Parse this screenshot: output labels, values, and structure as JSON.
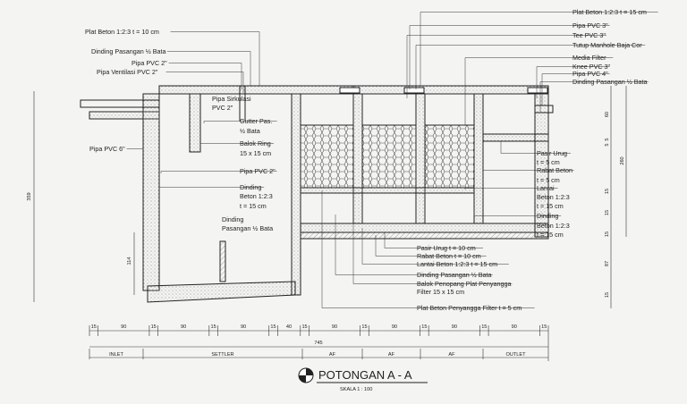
{
  "callouts_left": [
    {
      "id": "plat-beton-top-left",
      "text": "Plat Beton 1:2:3 t = 10 cm"
    },
    {
      "id": "dinding-pasangan-top",
      "text": "Dinding Pasangan ½ Bata"
    },
    {
      "id": "pipa-pvc-2-top",
      "text": "Pipa PVC 2\""
    },
    {
      "id": "pipa-ventilasi",
      "text": "Pipa Ventilasi PVC 2\""
    },
    {
      "id": "pipa-pvc-6",
      "text": "Pipa PVC 6\""
    }
  ],
  "callouts_mid": [
    {
      "id": "pipa-sirkulasi-1",
      "text": "Pipa Sirkulasi"
    },
    {
      "id": "pipa-sirkulasi-2",
      "text": "PVC 2\""
    },
    {
      "id": "gutter-1",
      "text": "Gutter Pas."
    },
    {
      "id": "gutter-2",
      "text": "½ Bata"
    },
    {
      "id": "balok-ring-1",
      "text": "Balok Ring"
    },
    {
      "id": "balok-ring-2",
      "text": "15 x 15 cm"
    },
    {
      "id": "pipa-pvc-2-mid",
      "text": "Pipa PVC 2\""
    },
    {
      "id": "dinding-beton-1",
      "text": "Dinding"
    },
    {
      "id": "dinding-beton-2",
      "text": "Beton 1:2:3"
    },
    {
      "id": "dinding-beton-3",
      "text": "t = 15 cm"
    },
    {
      "id": "dinding-bata-1",
      "text": "Dinding"
    },
    {
      "id": "dinding-bata-2",
      "text": "Pasangan ½ Bata"
    }
  ],
  "callouts_right": [
    {
      "id": "plat-beton-15",
      "text": "Plat Beton 1:2:3 t = 15 cm"
    },
    {
      "id": "pipa-pvc-3",
      "text": "Pipa PVC 3\""
    },
    {
      "id": "tee-pvc-3",
      "text": "Tee PVC 3\""
    },
    {
      "id": "tutup-manhole",
      "text": "Tutup Manhole Baja Cor"
    },
    {
      "id": "media-filter",
      "text": "Media Filter"
    },
    {
      "id": "knee-pvc-3",
      "text": "Knee PVC 3\""
    },
    {
      "id": "pipa-pvc-4",
      "text": "Pipa PVC 4\""
    },
    {
      "id": "dinding-pasangan-right",
      "text": "Dinding Pasangan ½ Bata"
    },
    {
      "id": "pasir-urug-r1",
      "text": "Pasir Urug"
    },
    {
      "id": "pasir-urug-r2",
      "text": "t = 5 cm"
    },
    {
      "id": "rabat-beton-r1",
      "text": "Rabat Beton"
    },
    {
      "id": "rabat-beton-r2",
      "text": "t = 5 cm"
    },
    {
      "id": "lantai-r1",
      "text": "Lantai"
    },
    {
      "id": "lantai-r2",
      "text": "Beton 1:2:3"
    },
    {
      "id": "lantai-r3",
      "text": "t = 15 cm"
    },
    {
      "id": "dinding-r1",
      "text": "Dinding"
    },
    {
      "id": "dinding-r2",
      "text": "Beton 1:2:3"
    },
    {
      "id": "dinding-r3",
      "text": "t = 15 cm"
    }
  ],
  "callouts_bottom": [
    {
      "id": "pasir-urug-10",
      "text": "Pasir Urug t = 10 cm"
    },
    {
      "id": "rabat-beton-10",
      "text": "Rabat Beton t = 10 cm"
    },
    {
      "id": "lantai-beton-15",
      "text": "Lantai Beton 1:2:3 t = 15 cm"
    },
    {
      "id": "dinding-pasangan-bot",
      "text": "Dinding Pasangan ½ Bata"
    },
    {
      "id": "balok-penopang-1",
      "text": "Balok Penopang Plat Penyangga"
    },
    {
      "id": "balok-penopang-2",
      "text": "Filter 15 x 15 cm"
    },
    {
      "id": "plat-penyangga",
      "text": "Plat Beton Penyangga Filter t = 5 cm"
    }
  ],
  "dimensions": {
    "bottom_segments": [
      "15",
      "90",
      "15",
      "90",
      "15",
      "90",
      "15",
      "40",
      "15",
      "90",
      "15",
      "90",
      "15",
      "90",
      "15",
      "90",
      "15"
    ],
    "total": "745",
    "left_total": "359",
    "left_inner": "114",
    "right_segments": [
      "60",
      "5",
      "5",
      "15",
      "15",
      "15",
      "87",
      "15"
    ],
    "right_total": "260"
  },
  "zones": [
    "INLET",
    "SETTLER",
    "AF",
    "AF",
    "AF",
    "OUTLET"
  ],
  "title": "POTONGAN A - A",
  "scale": "SKALA 1 : 100"
}
